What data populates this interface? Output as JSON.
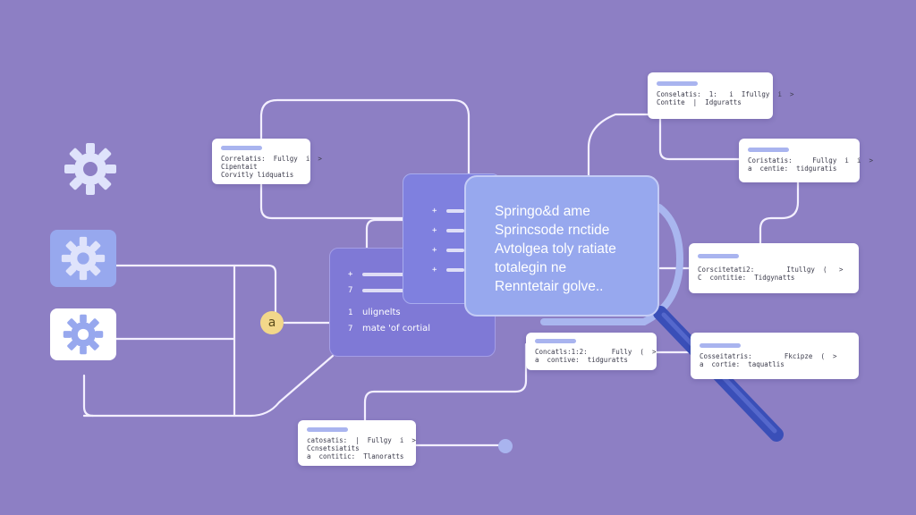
{
  "colors": {
    "background": "#8d7fc4",
    "connector": "#f3efff",
    "card": "#ffffff",
    "accent_bar": "#a9b4ef",
    "main_panel": "#97a8ee",
    "magnifier_handle": "#3a4fb8",
    "node_badge": "#f2d78a"
  },
  "icons": {
    "gear_top": "gear-icon",
    "gear_middle": "gear-icon",
    "gear_bottom": "gear-icon",
    "magnifier": "magnifying-glass-icon"
  },
  "main_panel": {
    "lines": [
      "Springo&d ame",
      "Sprincsode rnctide",
      "Avtolgea toly ratiate",
      "totalegin ne",
      "Renntetair golve.."
    ]
  },
  "mid_panel": {
    "rows": [
      {
        "marker": "+",
        "text": ""
      },
      {
        "marker": "+",
        "text": ""
      },
      {
        "marker": "+",
        "text": ""
      },
      {
        "marker": "+",
        "text": ""
      }
    ]
  },
  "left_panel": {
    "rows": [
      {
        "marker": "+",
        "text": ""
      },
      {
        "marker": "7",
        "text": ""
      },
      {
        "marker": "1",
        "text": "ulignelts"
      },
      {
        "marker": "7",
        "text": "mate 'of cortial"
      }
    ]
  },
  "node_label": "a",
  "cards": [
    {
      "id": "card-top-left",
      "lines": [
        "Correlatis:  Fullgy  i  >",
        "Cipentait",
        "Corvitly lidquatis"
      ]
    },
    {
      "id": "card-top-right-1",
      "lines": [
        "Conselatis:  1:   i  Ifullgy  i  >",
        "Contite  |  Idguratts"
      ]
    },
    {
      "id": "card-top-right-2",
      "lines": [
        "Coristatis:     Fullgy  i  i  >",
        "a  centie:  tidguratis"
      ]
    },
    {
      "id": "card-right-mid",
      "lines": [
        "Corscitetati2:        Itullgy  (   >",
        "C  contitie:  Tidgynatts"
      ]
    },
    {
      "id": "card-center-low",
      "lines": [
        "Concatls:1:2:      Fully  (  >",
        "a  contive:  tidguratts"
      ]
    },
    {
      "id": "card-right-low",
      "lines": [
        "Cosseitatris:        Fkcipze  (  >",
        "a  cortie:  taquatlis"
      ]
    },
    {
      "id": "card-bottom",
      "lines": [
        "catosatis:  |  Fullgy  i  >",
        "Ccnsetsiatits",
        "a  contitic:  Tlanoratts"
      ]
    }
  ]
}
